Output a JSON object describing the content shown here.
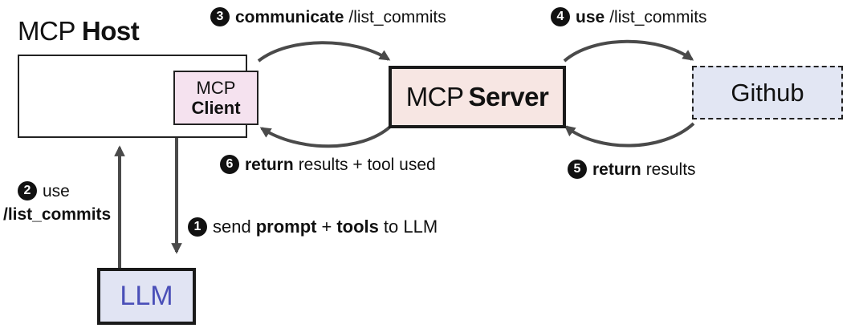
{
  "host": {
    "title_normal": "MCP",
    "title_bold": "Host"
  },
  "client": {
    "line1": "MCP",
    "line2": "Client"
  },
  "server": {
    "normal": "MCP",
    "bold": "Server"
  },
  "github": {
    "label": "Github"
  },
  "llm": {
    "label": "LLM"
  },
  "steps": {
    "s1": {
      "num": "1",
      "t1": "send",
      "b1": "prompt",
      "t2": "+",
      "b2": "tools",
      "t3": "to LLM"
    },
    "s2": {
      "num": "2",
      "t1": "use",
      "b1": "/list_commits"
    },
    "s3": {
      "num": "3",
      "b1": "communicate",
      "t1": "/list_commits"
    },
    "s4": {
      "num": "4",
      "b1": "use",
      "t1": "/list_commits"
    },
    "s5": {
      "num": "5",
      "b1": "return",
      "t1": "results"
    },
    "s6": {
      "num": "6",
      "b1": "return",
      "t1": "results + tool used"
    }
  },
  "colors": {
    "arrow": "#4a4a4a",
    "client_fill": "#f5e2ef",
    "server_fill": "#f7e6e3",
    "github_fill": "#e2e6f3",
    "llm_fill": "#e1e4f3",
    "llm_text": "#4a4fb8"
  }
}
